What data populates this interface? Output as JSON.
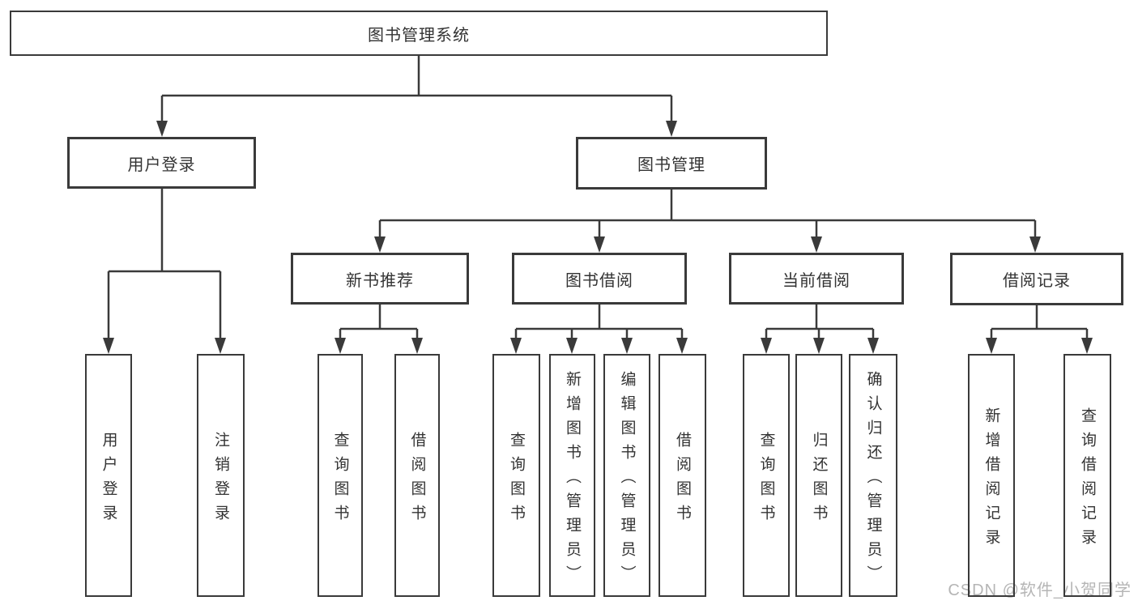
{
  "diagram": {
    "root_label": "图书管理系统",
    "level1": [
      {
        "label": "用户登录",
        "children": [
          "用户登录",
          "注销登录"
        ]
      },
      {
        "label": "图书管理"
      }
    ],
    "level2": [
      {
        "label": "新书推荐",
        "children": [
          "查询图书",
          "借阅图书"
        ]
      },
      {
        "label": "图书借阅",
        "children": [
          "查询图书",
          "新增图书（管理员）",
          "编辑图书（管理员）",
          "借阅图书"
        ]
      },
      {
        "label": "当前借阅",
        "children": [
          "查询图书",
          "归还图书",
          "确认归还（管理员）"
        ]
      },
      {
        "label": "借阅记录",
        "children": [
          "新增借阅记录",
          "查询借阅记录"
        ]
      }
    ],
    "watermark": "CSDN @软件_小贺同学",
    "colors": {
      "line": "#3a3a3a",
      "text": "#333333",
      "box_background": "#ffffff",
      "watermark": "#b5b5b5"
    }
  }
}
